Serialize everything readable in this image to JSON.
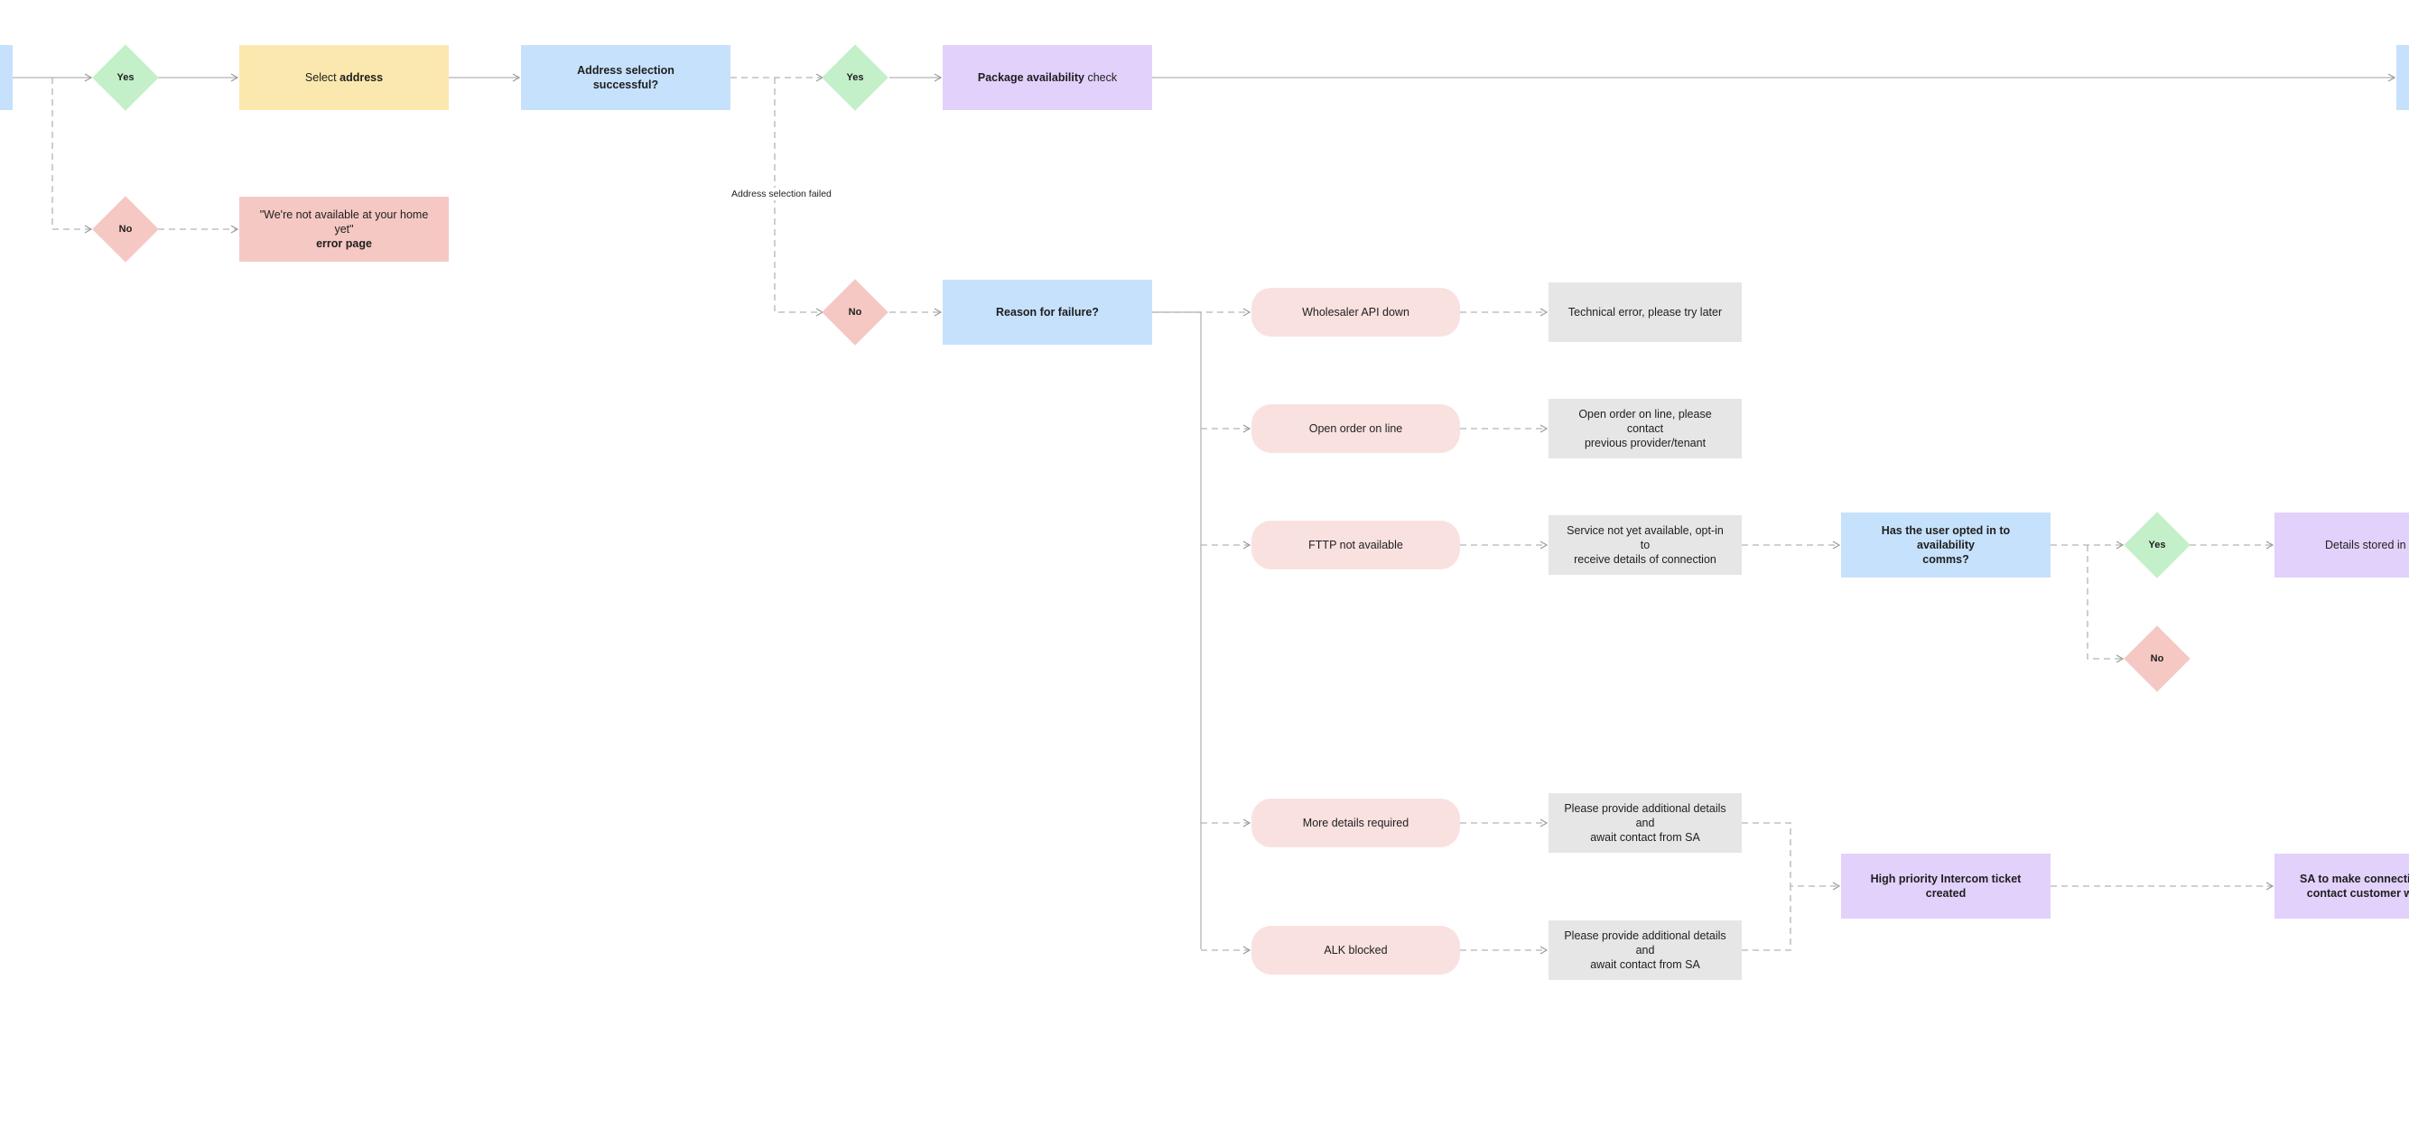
{
  "diagram": {
    "nodes": {
      "yes_1": "Yes",
      "no_1": "No",
      "select_address": {
        "prefix": "Select ",
        "bold": "address"
      },
      "not_available_page": {
        "line1": "\"We're not available at your home yet\"",
        "line2": "error page"
      },
      "address_selection": {
        "line1": "Address selection",
        "line2": "successful?"
      },
      "yes_2": "Yes",
      "no_2": "No",
      "package_check": {
        "bold": "Package availability",
        "suffix": " check"
      },
      "reason_failure": "Reason for failure?",
      "wholesaler_api": "Wholesaler API down",
      "technical_error": "Technical error, please try later",
      "open_order": "Open order on line",
      "open_order_msg": {
        "line1": "Open order on line, please contact",
        "line2": "previous provider/tenant"
      },
      "fttp": "FTTP not available",
      "service_not_available": {
        "line1": "Service not yet available, opt-in to",
        "line2": "receive details of connection"
      },
      "opted_in": {
        "line1": "Has the user opted in to availability",
        "line2": "comms?"
      },
      "yes_3": "Yes",
      "no_3": "No",
      "details_stored": "Details stored in Ite",
      "more_details": "More details required",
      "provide_details_1": {
        "line1": "Please provide additional details and",
        "line2": "await contact from SA"
      },
      "alk_blocked": "ALK blocked",
      "provide_details_2": {
        "line1": "Please provide additional details and",
        "line2": "await contact from SA"
      },
      "intercom_ticket": "High priority Intercom ticket created",
      "sa_connection": {
        "line1": "SA to make connection c",
        "line2": "contact customer with"
      }
    },
    "edge_labels": {
      "address_failed": "Address selection failed"
    }
  },
  "colors": {
    "process_blue": "#c6e1fb",
    "select_yellow": "#fbe8ae",
    "action_purple": "#e2d1fb",
    "error_red": "#f6c8c3",
    "message_grey": "#e6e6e6",
    "reason_pink": "#f9e1e0",
    "yes_green": "#c3f0c8",
    "connector": "#b4b4b4"
  }
}
